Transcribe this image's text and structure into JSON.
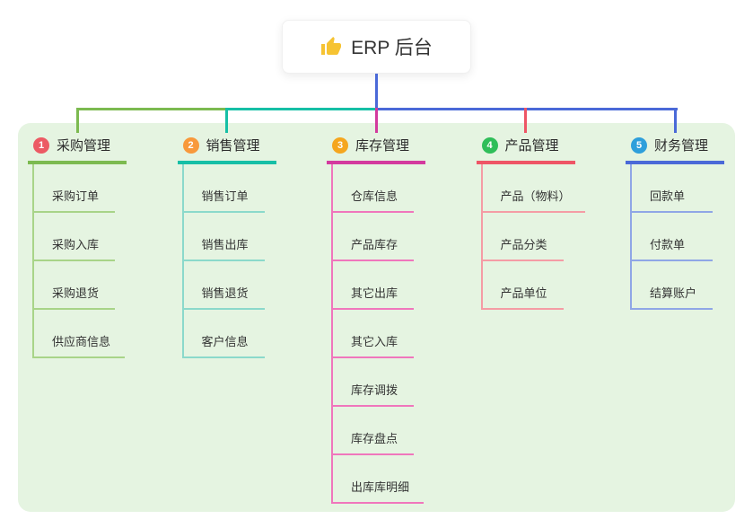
{
  "root": {
    "title": "ERP 后台",
    "icon": "thumbs-up-icon",
    "icon_color": "#f6c332",
    "line_color": "#4a69d8"
  },
  "panel": {
    "background": "#e5f4e1"
  },
  "branches": [
    {
      "number": "1",
      "label": "采购管理",
      "badge_color": "#ec5a64",
      "line_color": "#7cba50",
      "sub_line_color": "#a8d488",
      "items": [
        "采购订单",
        "采购入库",
        "采购退货",
        "供应商信息"
      ]
    },
    {
      "number": "2",
      "label": "销售管理",
      "badge_color": "#f8993b",
      "line_color": "#16bfa6",
      "sub_line_color": "#8bd9cb",
      "items": [
        "销售订单",
        "销售出库",
        "销售退货",
        "客户信息"
      ]
    },
    {
      "number": "3",
      "label": "库存管理",
      "badge_color": "#f5a61e",
      "line_color": "#d33a9e",
      "sub_line_color": "#f076bc",
      "items": [
        "仓库信息",
        "产品库存",
        "其它出库",
        "其它入库",
        "库存调拨",
        "库存盘点",
        "出库库明细"
      ]
    },
    {
      "number": "4",
      "label": "产品管理",
      "badge_color": "#2fbe59",
      "line_color": "#ee5566",
      "sub_line_color": "#f59ca5",
      "items": [
        "产品（物料）",
        "产品分类",
        "产品单位"
      ]
    },
    {
      "number": "5",
      "label": "财务管理",
      "badge_color": "#2e9fdb",
      "line_color": "#4a69d8",
      "sub_line_color": "#8fa6e6",
      "items": [
        "回款单",
        "付款单",
        "结算账户"
      ]
    }
  ]
}
